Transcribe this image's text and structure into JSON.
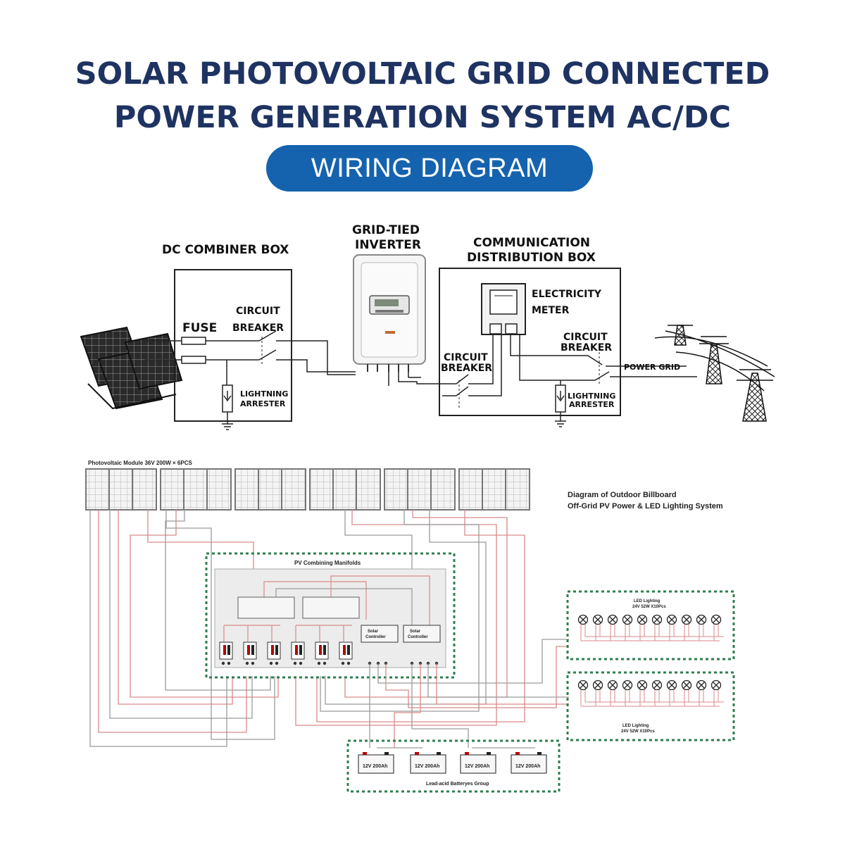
{
  "header": {
    "title_line1": "SOLAR PHOTOVOLTAIC GRID CONNECTED",
    "title_line2": "POWER GENERATION SYSTEM AC/DC",
    "badge": "WIRING DIAGRAM"
  },
  "top_diagram": {
    "dc_combiner_box": "DC COMBINER BOX",
    "fuse": "FUSE",
    "circuit_breaker_1_line1": "CIRCUIT",
    "circuit_breaker_1_line2": "BREAKER",
    "lightning_arrester_1_line1": "LIGHTNING",
    "lightning_arrester_1_line2": "ARRESTER",
    "inverter_line1": "GRID-TIED",
    "inverter_line2": "INVERTER",
    "distribution_box_line1": "COMMUNICATION",
    "distribution_box_line2": "DISTRIBUTION BOX",
    "meter_line1": "ELECTRICITY",
    "meter_line2": "METER",
    "circuit_breaker_2_line1": "CIRCUIT",
    "circuit_breaker_2_line2": "BREAKER",
    "circuit_breaker_3_line1": "CIRCUIT",
    "circuit_breaker_3_line2": "BREAKER",
    "lightning_arrester_2_line1": "LIGHTNING",
    "lightning_arrester_2_line2": "ARRESTER",
    "power_grid": "POWER GRID"
  },
  "bottom_diagram": {
    "module_label": "Photovoltaic Module   36V 200W × 6PCS",
    "caption_line1": "Diagram of Outdoor Billboard",
    "caption_line2": "Off-Grid PV Power & LED Lighting System",
    "manifold_label": "PV Combining Manifolds",
    "solar_controller_line1": "Solar",
    "solar_controller_line2": "Controller",
    "led_top_line1": "LED Lighting",
    "led_top_line2": "24V 52W X10Pcs",
    "led_bottom_line1": "LED Lighting",
    "led_bottom_line2": "24V 52W X10Pcs",
    "batteries": [
      "12V 200Ah",
      "12V 200Ah",
      "12V 200Ah",
      "12V 200Ah"
    ],
    "battery_group": "Lead-acid Batteryes Group"
  },
  "colors": {
    "title": "#1e3361",
    "badge": "#1563ae",
    "wire_red": "#d98a8a",
    "dashed_box": "#2e7d4f"
  }
}
